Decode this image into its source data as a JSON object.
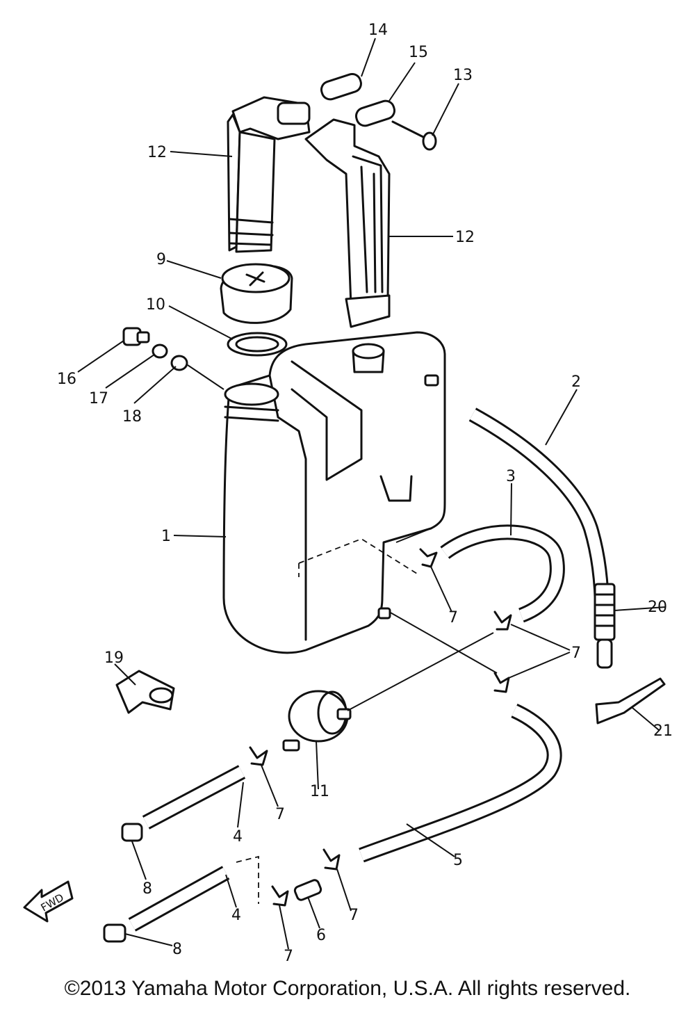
{
  "diagram": {
    "callouts": [
      {
        "id": "c14",
        "text": "14"
      },
      {
        "id": "c15",
        "text": "15"
      },
      {
        "id": "c13",
        "text": "13"
      },
      {
        "id": "c12a",
        "text": "12"
      },
      {
        "id": "c12b",
        "text": "12"
      },
      {
        "id": "c9",
        "text": "9"
      },
      {
        "id": "c10",
        "text": "10"
      },
      {
        "id": "c16",
        "text": "16"
      },
      {
        "id": "c17",
        "text": "17"
      },
      {
        "id": "c18",
        "text": "18"
      },
      {
        "id": "c2",
        "text": "2"
      },
      {
        "id": "c3",
        "text": "3"
      },
      {
        "id": "c1",
        "text": "1"
      },
      {
        "id": "c7a",
        "text": "7"
      },
      {
        "id": "c20",
        "text": "20"
      },
      {
        "id": "c7b",
        "text": "7"
      },
      {
        "id": "c19",
        "text": "19"
      },
      {
        "id": "c21",
        "text": "21"
      },
      {
        "id": "c11",
        "text": "11"
      },
      {
        "id": "c7c",
        "text": "7"
      },
      {
        "id": "c4a",
        "text": "4"
      },
      {
        "id": "c8a",
        "text": "8"
      },
      {
        "id": "c5",
        "text": "5"
      },
      {
        "id": "c7d",
        "text": "7"
      },
      {
        "id": "c4b",
        "text": "4"
      },
      {
        "id": "c6",
        "text": "6"
      },
      {
        "id": "c7e",
        "text": "7"
      },
      {
        "id": "c8b",
        "text": "8"
      }
    ],
    "fwd_label": "FWD"
  },
  "footer": {
    "copyright": "©2013 Yamaha Motor Corporation, U.S.A. All rights reserved."
  }
}
